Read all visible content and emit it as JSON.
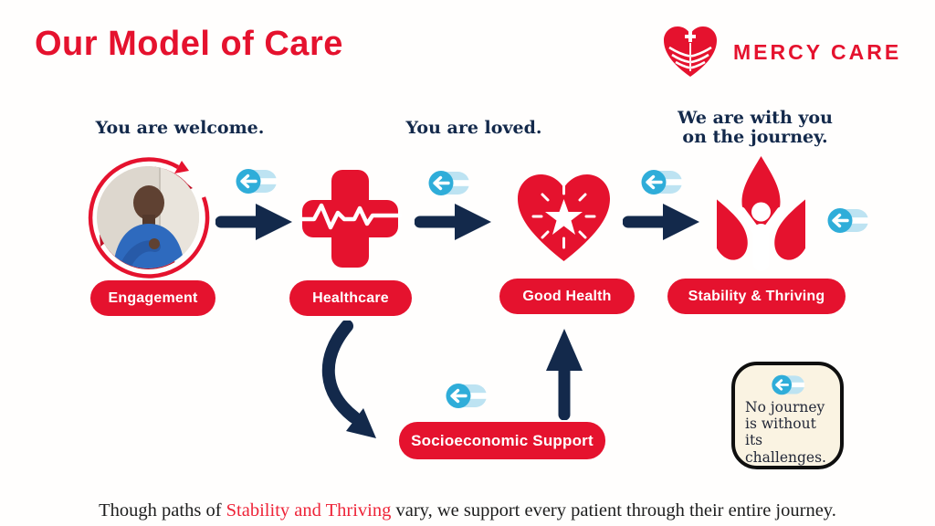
{
  "header": {
    "title": "Our Model of Care",
    "brand": "MERCY CARE"
  },
  "messages": {
    "welcome": "You are welcome.",
    "loved": "You are loved.",
    "journey_line1": "We are with you",
    "journey_line2": "on the journey."
  },
  "stages": {
    "engagement": "Engagement",
    "healthcare": "Healthcare",
    "good_health": "Good Health",
    "stability": "Stability & Thriving",
    "socioeconomic": "Socioeconomic Support"
  },
  "callout": "No journey is without its challenges.",
  "footer": {
    "prefix": "Though paths of ",
    "highlight": "Stability and Thriving",
    "suffix": " vary, we support every patient through their entire journey."
  },
  "icons": {
    "brand_heart": "heart-of-hands-with-cross",
    "transition_badge": "left-arrow-pill-badge",
    "healthcare": "medical-cross-with-heartbeat",
    "good_health": "heart-with-sparkling-star",
    "stability": "person-raised-arms-in-flame",
    "flow_arrow": "right-arrow",
    "support_down": "curved-down-arrow",
    "support_up": "up-arrow",
    "engagement_decoration": "circular-arrows"
  },
  "colors": {
    "red": "#e5122e",
    "red-dark": "#bf1126",
    "red-bright": "#ee2438",
    "navy": "#13294b",
    "blue": "#2fadd9",
    "blue-light": "#bde3f2",
    "cream": "#faf3e2",
    "ink": "#1d1d1d"
  }
}
